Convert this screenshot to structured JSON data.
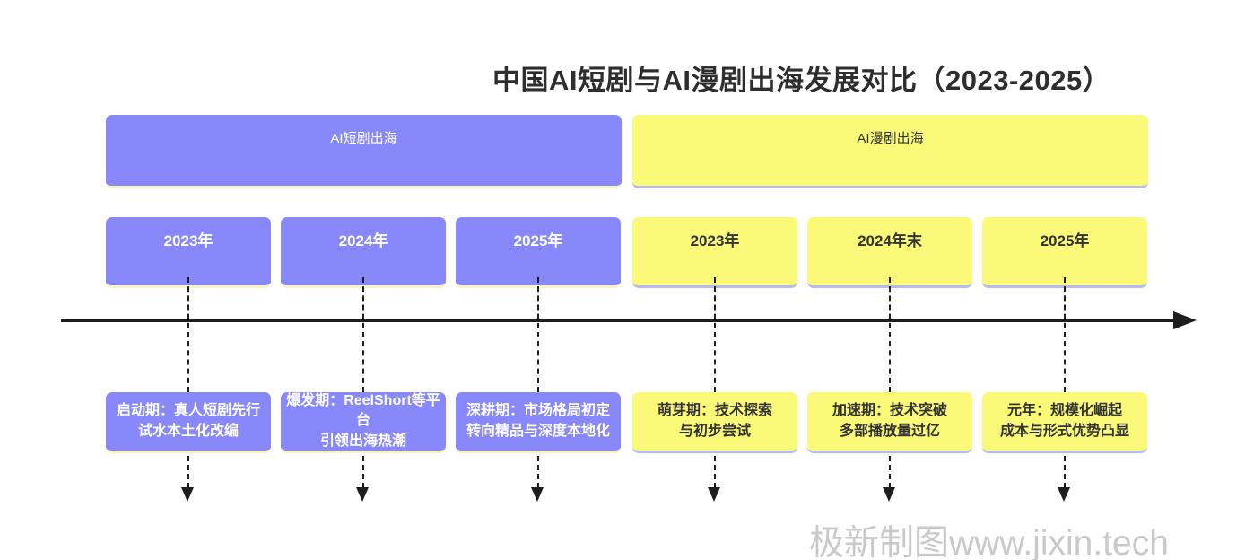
{
  "title": "中国AI短剧与AI漫剧出海发展对比（2023-2025）",
  "colors": {
    "purple": "#8888fa",
    "yellow": "#fafa78",
    "purple_box_underline": "#f9f2c3",
    "yellow_box_underline": "#b7baee",
    "text_on_purple": "#ffffff",
    "text_on_yellow": "#333333",
    "axis_color": "#1d1d1d",
    "title_color": "#2e2e2e",
    "watermark_color": "#c9c9c9"
  },
  "tracks": [
    {
      "id": "ai-short-drama",
      "label": "AI短剧出海",
      "theme": "purple",
      "milestones": [
        {
          "year": "2023年",
          "desc_line1": "启动期：真人短剧先行",
          "desc_line2": "试水本土化改编"
        },
        {
          "year": "2024年",
          "desc_line1": "爆发期：ReelShort等平台",
          "desc_line2": "引领出海热潮"
        },
        {
          "year": "2025年",
          "desc_line1": "深耕期：市场格局初定",
          "desc_line2": "转向精品与深度本地化"
        }
      ]
    },
    {
      "id": "ai-comic-drama",
      "label": "AI漫剧出海",
      "theme": "yellow",
      "milestones": [
        {
          "year": "2023年",
          "desc_line1": "萌芽期：技术探索",
          "desc_line2": "与初步尝试"
        },
        {
          "year": "2024年末",
          "desc_line1": "加速期：技术突破",
          "desc_line2": "多部播放量过亿"
        },
        {
          "year": "2025年",
          "desc_line1": "元年：规模化崛起",
          "desc_line2": "成本与形式优势凸显"
        }
      ]
    }
  ],
  "watermark": "极新制图www.jixin.tech"
}
